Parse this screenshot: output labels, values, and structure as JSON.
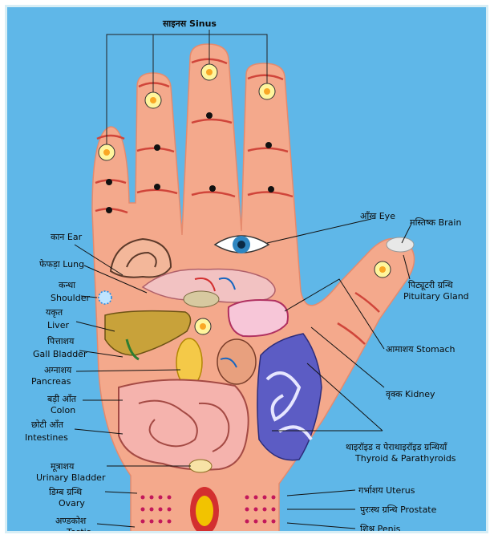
{
  "labels": {
    "sinus": "साइनस Sinus",
    "ear": "कान Ear",
    "eye": "आँख Eye",
    "brain": "मस्तिष्क Brain",
    "lung": "फेफड़ा Lung",
    "shoulder_hi": "कन्धा",
    "shoulder_en": "Shoulder",
    "liver_hi": "यकृत",
    "liver_en": "Liver",
    "pituitary_hi": "पिट्यूटरी ग्रन्थि",
    "pituitary_en": "Pituitary Gland",
    "gall_hi": "पित्ताशय",
    "gall_en": "Gall Bladder",
    "stomach": "आमाशय Stomach",
    "pancreas_hi": "अग्नाशय",
    "pancreas_en": "Pancreas",
    "kidney": "वृक्क Kidney",
    "colon_hi": "बड़ी आँत",
    "colon_en": "Colon",
    "intestines_hi": "छोटी आँत",
    "intestines_en": "Intestines",
    "thyroid_hi": "थाइरॉइड व पेराथाइरॉइड ग्रन्थियाँ",
    "thyroid_en": "Thyroid & Parathyroids",
    "bladder_hi": "मूत्राशय",
    "bladder_en": "Urinary Bladder",
    "uterus": "गर्भाशय Uterus",
    "ovary_hi": "डिम्ब ग्रन्थि",
    "ovary_en": "Ovary",
    "prostate": "पुरःस्थ ग्रन्थि Prostate",
    "testis_hi": "अण्डकोश",
    "testis_en": "Testis",
    "penis": "शिश्न Penis"
  },
  "colors": {
    "background": "#5fb7e8",
    "skin": "#f4a98c",
    "crease": "#d0453a",
    "dots": "#c2185b"
  }
}
